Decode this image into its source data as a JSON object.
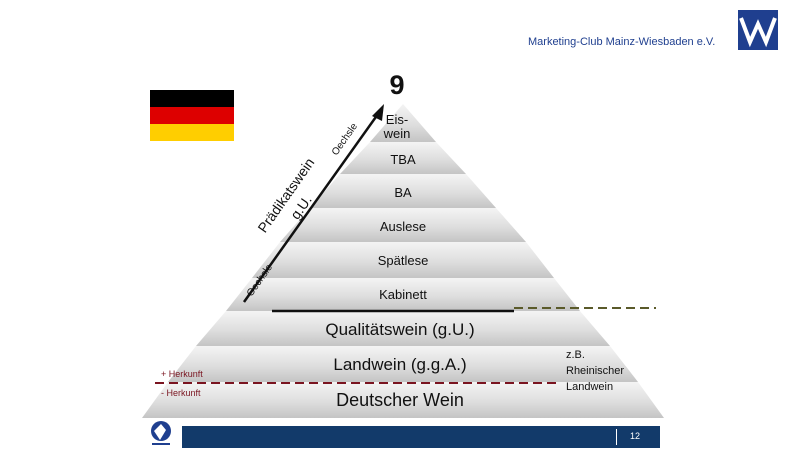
{
  "header": {
    "club_name": "Marketing-Club Mainz-Wiesbaden e.V."
  },
  "colors": {
    "brand_blue": "#1f3f8f",
    "bar_blue": "#123a6a",
    "flag_black": "#000000",
    "flag_red": "#dd0000",
    "flag_gold": "#ffce00",
    "line_red": "#7a1420",
    "line_olive": "#5a5a2a"
  },
  "icons": {
    "logo": "vm-logo-icon",
    "flag": "german-flag-icon",
    "corner": "dlg-logo-icon"
  },
  "diagram": {
    "top_number": "9",
    "levels": {
      "eiswein_1": "Eis-",
      "eiswein_2": "wein",
      "tba": "TBA",
      "ba": "BA",
      "auslese": "Auslese",
      "spaetlese": "Spätlese",
      "kabinett": "Kabinett",
      "qualitaetswein": "Qualitätswein (g.U.)",
      "landwein": "Landwein (g.g.A.)",
      "deutscher_wein": "Deutscher  Wein"
    },
    "arrow_label_1": "Prädikatswein",
    "arrow_label_2": "g.U.",
    "oechsle_top": "Oechsle",
    "oechsle_bottom": "Oechsle",
    "plus_herkunft": "+ Herkunft",
    "minus_herkunft": "- Herkunft",
    "example_1": "z.B.",
    "example_2": "Rheinischer",
    "example_3": "Landwein"
  },
  "footer": {
    "page_number": "12"
  }
}
